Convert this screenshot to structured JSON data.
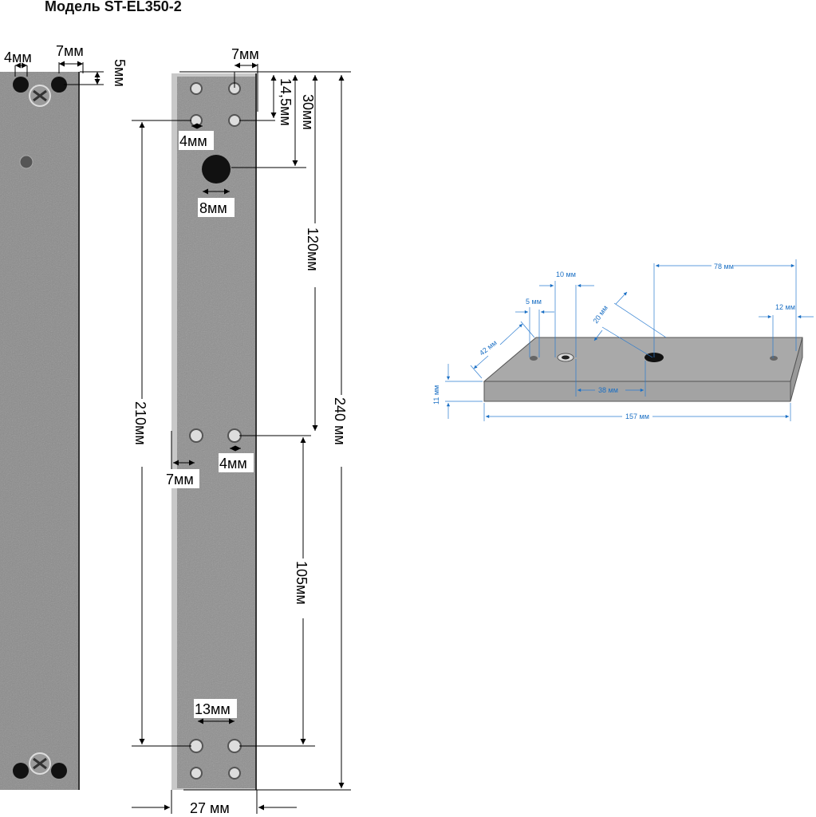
{
  "title": "Модель ST-EL350-2",
  "left_bar": {
    "d_4": "4мм",
    "d_7": "7мм",
    "d_5": "5мм"
  },
  "front_bar": {
    "d_7_top": "7мм",
    "d_14_5": "14,5мм",
    "d_30": "30мм",
    "d_4_top": "4мм",
    "d_8": "8мм",
    "d_120": "120мм",
    "d_240": "240 мм",
    "d_210": "210мм",
    "d_7_mid": "7мм",
    "d_4_mid": "4мм",
    "d_105": "105мм",
    "d_13": "13мм",
    "d_27": "27 мм"
  },
  "iso_part": {
    "d_78": "78 мм",
    "d_10": "10 мм",
    "d_5": "5 мм",
    "d_20": "20 мм",
    "d_12": "12 мм",
    "d_42": "42 мм",
    "d_11": "11 мм",
    "d_38": "38 мм",
    "d_157": "157 мм"
  },
  "colors": {
    "metal": "#8c8c8c",
    "iso_face": "#a9a9a9",
    "dimension_blue": "#1a6fc4"
  }
}
